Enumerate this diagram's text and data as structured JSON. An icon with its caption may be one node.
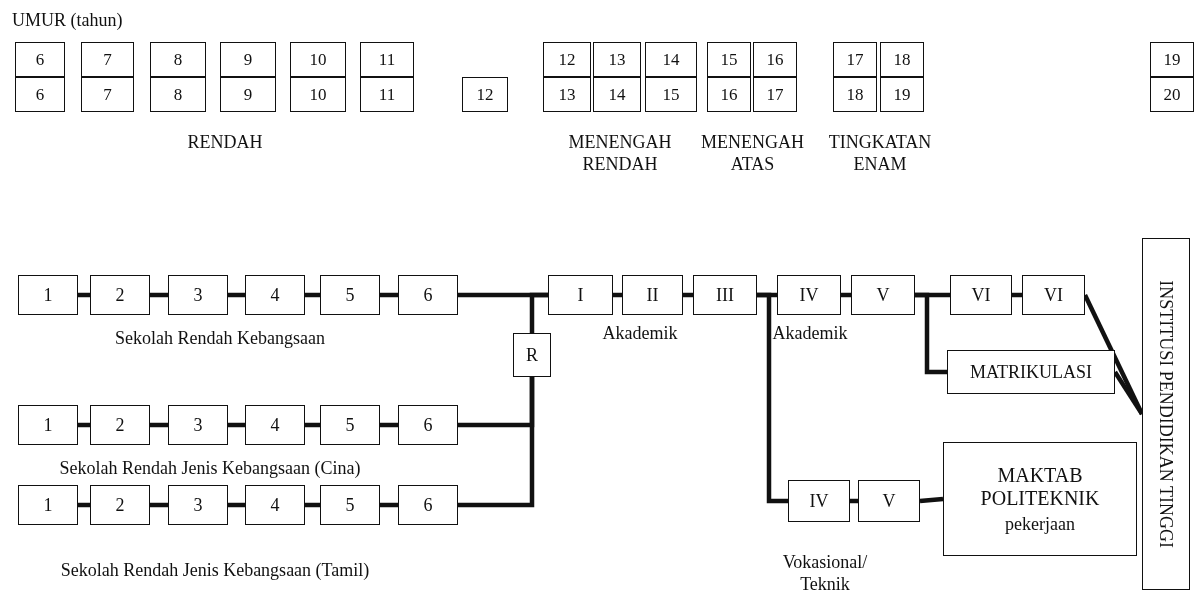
{
  "diagram": {
    "nodes": [
      {
        "text": [
          "6"
        ]
      },
      {
        "text": [
          "7"
        ]
      },
      {
        "text": [
          "8"
        ]
      },
      {
        "text": [
          "9"
        ]
      },
      {
        "text": [
          "10"
        ]
      },
      {
        "text": [
          "11"
        ]
      },
      {
        "text": [
          "12"
        ]
      },
      {
        "text": [
          "13"
        ]
      },
      {
        "text": [
          "14"
        ]
      },
      {
        "text": [
          "15"
        ]
      },
      {
        "text": [
          "16"
        ]
      },
      {
        "text": [
          "17"
        ]
      },
      {
        "text": [
          "18"
        ]
      },
      {
        "text": [
          "19"
        ]
      },
      {
        "text": [
          "6"
        ]
      },
      {
        "text": [
          "7"
        ]
      },
      {
        "text": [
          "8"
        ]
      },
      {
        "text": [
          "9"
        ]
      },
      {
        "text": [
          "10"
        ]
      },
      {
        "text": [
          "11"
        ]
      },
      {
        "text": [
          "12"
        ]
      },
      {
        "text": [
          "13"
        ]
      },
      {
        "text": [
          "14"
        ]
      },
      {
        "text": [
          "15"
        ]
      },
      {
        "text": [
          "16"
        ]
      },
      {
        "text": [
          "17"
        ]
      },
      {
        "text": [
          "18"
        ]
      },
      {
        "text": [
          "19"
        ]
      },
      {
        "text": [
          "20"
        ]
      },
      {
        "text": [
          "1"
        ]
      },
      {
        "text": [
          "2"
        ]
      },
      {
        "text": [
          "3"
        ]
      },
      {
        "text": [
          "4"
        ]
      },
      {
        "text": [
          "5"
        ]
      },
      {
        "text": [
          "6"
        ]
      },
      {
        "text": [
          "I"
        ]
      },
      {
        "text": [
          "II"
        ]
      },
      {
        "text": [
          "III"
        ]
      },
      {
        "text": [
          "IV"
        ]
      },
      {
        "text": [
          "V"
        ]
      },
      {
        "text": [
          "VI"
        ]
      },
      {
        "text": [
          "VI"
        ]
      },
      {
        "text": [
          "INSTITUSI PENDIDIKAN TINGGI"
        ]
      },
      {
        "text": [
          "R"
        ]
      },
      {
        "text": [
          "MATRIKULASI"
        ]
      },
      {
        "text": [
          "1"
        ]
      },
      {
        "text": [
          "2"
        ]
      },
      {
        "text": [
          "3"
        ]
      },
      {
        "text": [
          "4"
        ]
      },
      {
        "text": [
          "5"
        ]
      },
      {
        "text": [
          "6"
        ]
      },
      {
        "text": [
          "IV"
        ]
      },
      {
        "text": [
          "V"
        ]
      },
      {
        "text": [
          "MAKTAB POLITEKNIK",
          "pekerjaan"
        ]
      },
      {
        "text": [
          "1"
        ]
      },
      {
        "text": [
          "2"
        ]
      },
      {
        "text": [
          "3"
        ]
      },
      {
        "text": [
          "4"
        ]
      },
      {
        "text": [
          "5"
        ]
      },
      {
        "text": [
          "6"
        ]
      }
    ],
    "edges": [
      {
        "from": 29,
        "to": 30,
        "arrow": "none"
      },
      {
        "from": 30,
        "to": 31,
        "arrow": "none"
      },
      {
        "from": 31,
        "to": 32,
        "arrow": "none"
      },
      {
        "from": 32,
        "to": 33,
        "arrow": "none"
      },
      {
        "from": 33,
        "to": 34,
        "arrow": "none"
      },
      {
        "from": 34,
        "to": 35,
        "arrow": "none"
      },
      {
        "from": 43,
        "to": 35,
        "arrow": "none"
      },
      {
        "from": 35,
        "to": 36,
        "arrow": "none"
      },
      {
        "from": 36,
        "to": 37,
        "arrow": "none"
      },
      {
        "from": 37,
        "to": 38,
        "arrow": "none"
      },
      {
        "from": 37,
        "to": 51,
        "arrow": "none"
      },
      {
        "from": 38,
        "to": 39,
        "arrow": "none"
      },
      {
        "from": 39,
        "to": 40,
        "arrow": "none"
      },
      {
        "from": 39,
        "to": 44,
        "arrow": "none"
      },
      {
        "from": 40,
        "to": 41,
        "arrow": "none"
      },
      {
        "from": 41,
        "to": 42,
        "arrow": "none"
      },
      {
        "from": 44,
        "to": 42,
        "arrow": "none"
      },
      {
        "from": 45,
        "to": 46,
        "arrow": "none"
      },
      {
        "from": 46,
        "to": 47,
        "arrow": "none"
      },
      {
        "from": 47,
        "to": 48,
        "arrow": "none"
      },
      {
        "from": 48,
        "to": 49,
        "arrow": "none"
      },
      {
        "from": 49,
        "to": 50,
        "arrow": "none"
      },
      {
        "from": 50,
        "to": 43,
        "arrow": "none"
      },
      {
        "from": 51,
        "to": 52,
        "arrow": "none"
      },
      {
        "from": 52,
        "to": 53,
        "arrow": "none"
      },
      {
        "from": 54,
        "to": 55,
        "arrow": "none"
      },
      {
        "from": 55,
        "to": 56,
        "arrow": "none"
      },
      {
        "from": 56,
        "to": 57,
        "arrow": "none"
      },
      {
        "from": 57,
        "to": 58,
        "arrow": "none"
      },
      {
        "from": 58,
        "to": 59,
        "arrow": "none"
      },
      {
        "from": 59,
        "to": 43,
        "arrow": "none"
      }
    ],
    "labels": [
      "UMUR (tahun)",
      "RENDAH",
      "MENENGAH RENDAH",
      "MENENGAH ATAS",
      "TINGKATAN ENAM",
      "Sekolah Rendah Kebangsaan",
      "Akademik",
      "Akademik",
      "Sekolah Rendah Jenis Kebangsaan (Cina)",
      "Vokasional/ Teknik",
      "Sekolah Rendah Jenis Kebangsaan (Tamil)"
    ]
  }
}
